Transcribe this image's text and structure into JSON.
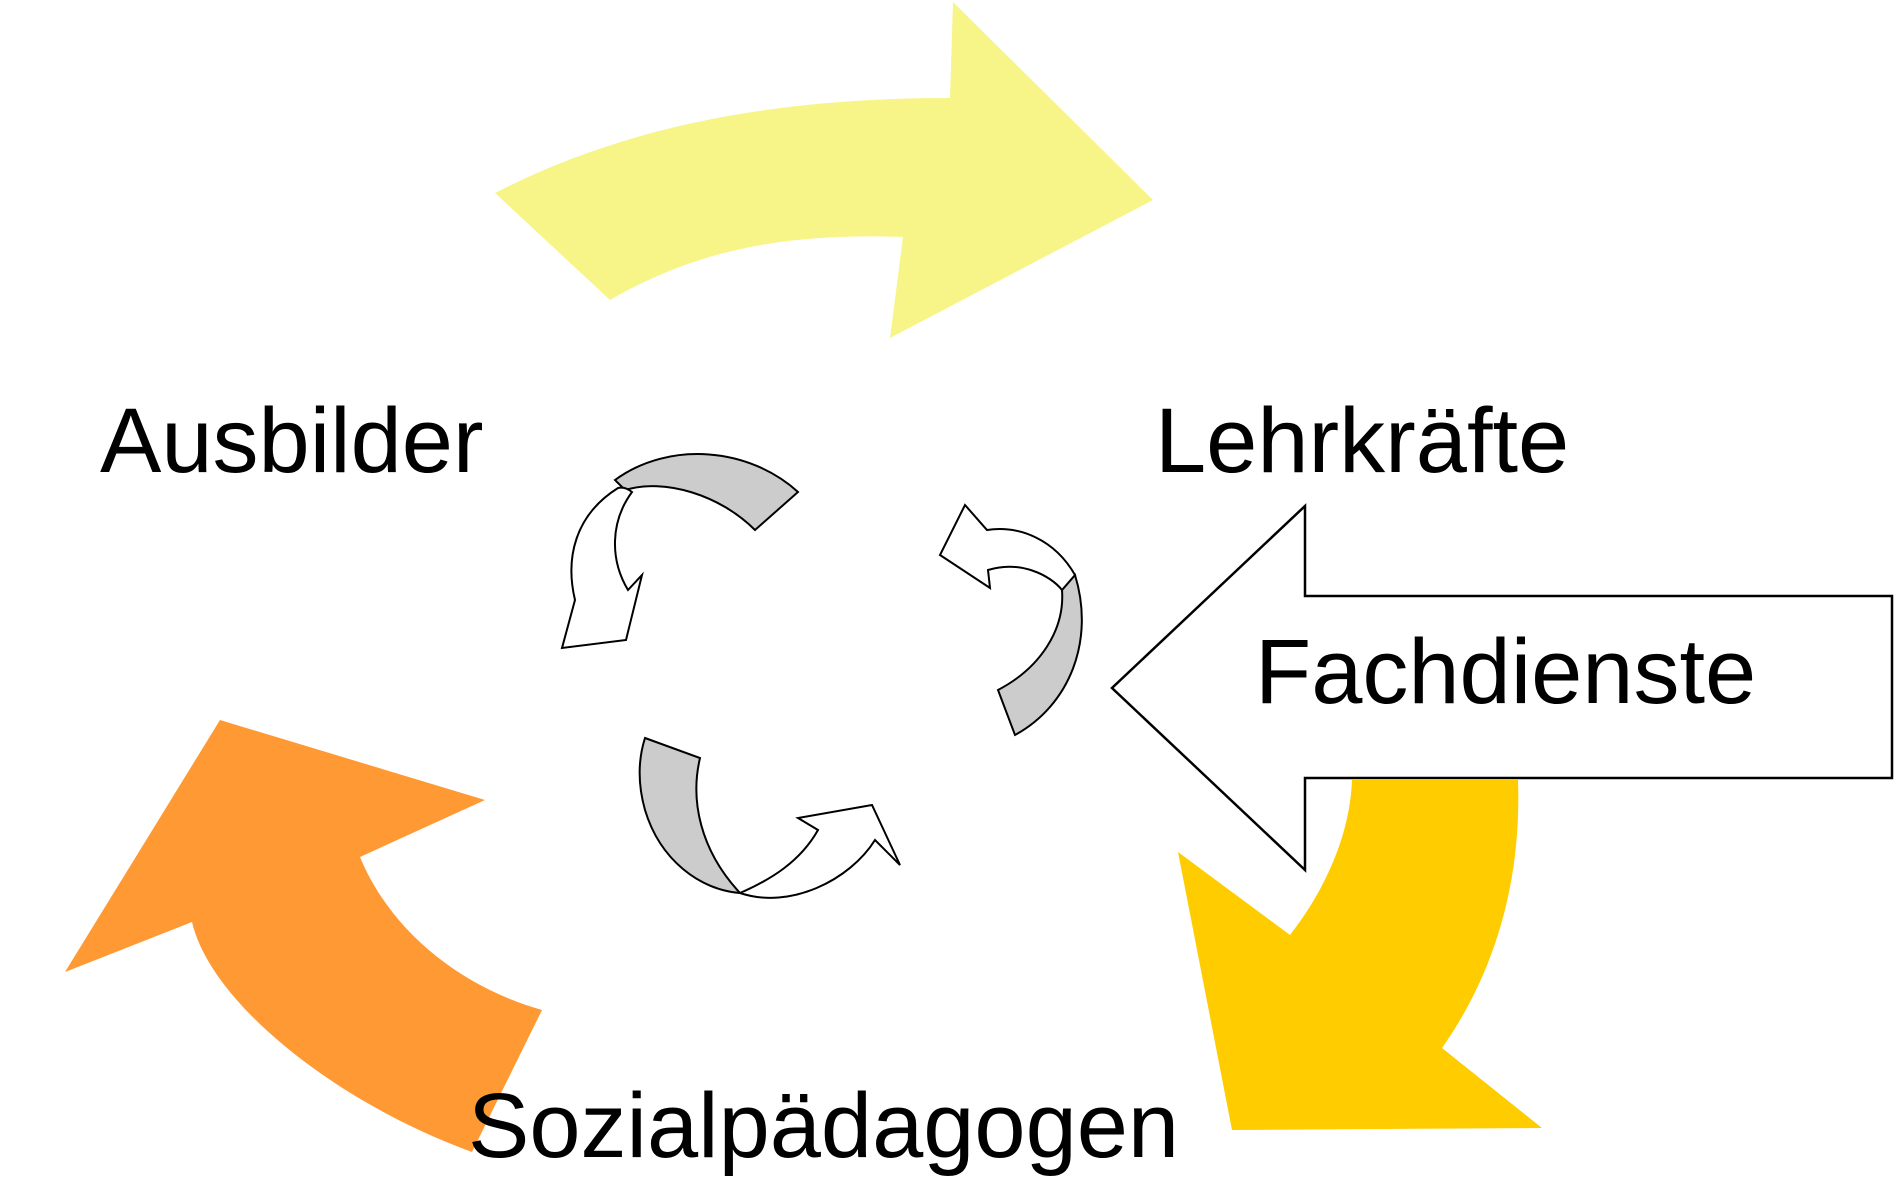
{
  "labels": {
    "top_left": "Ausbilder",
    "top_right": "Lehrkräfte",
    "bottom": "Sozialpädagogen",
    "side_arrow": "Fachdienste"
  },
  "colors": {
    "arrow_top": "#f7f587",
    "arrow_right": "#ffcc00",
    "arrow_left": "#ff9933",
    "small_arrow_fill": "#cccccc",
    "outline": "#000000",
    "background": "#ffffff"
  },
  "icons": {
    "big_arrows": "curved-arrow",
    "inner_cycle": "curved-ribbon-arrow",
    "side_arrow": "block-arrow-left"
  }
}
